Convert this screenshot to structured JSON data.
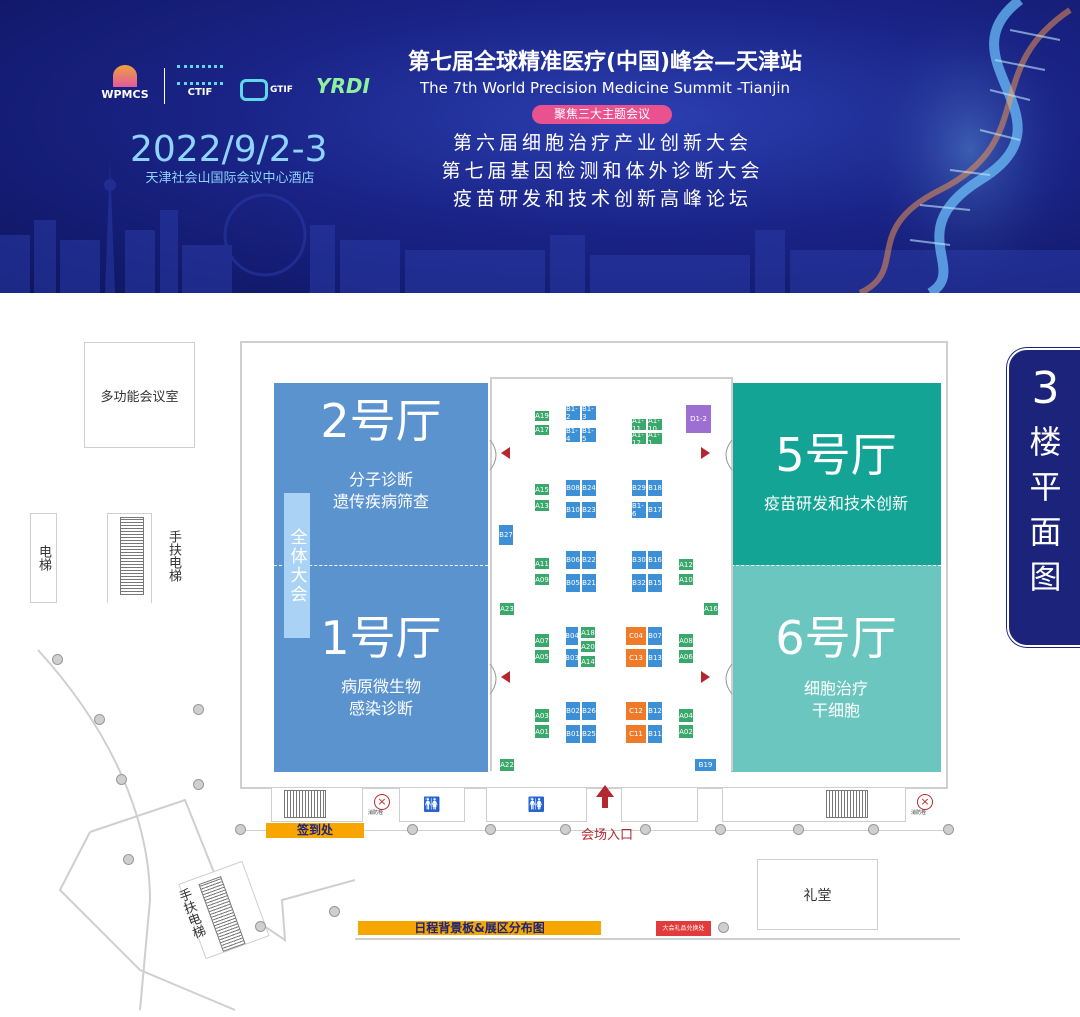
{
  "header": {
    "logos": [
      "WPMCS",
      "CTIF",
      "GTIF",
      "YRDI"
    ],
    "title_cn": "第七届全球精准医疗(中国)峰会—天津站",
    "title_en": "The 7th World Precision Medicine Summit -Tianjin",
    "topic_pill": "聚焦三大主题会议",
    "topics": [
      "第六届细胞治疗产业创新大会",
      "第七届基因检测和体外诊断大会",
      "疫苗研发和技术创新高峰论坛"
    ],
    "date": "2022/9/2-3",
    "venue": "天津社会山国际会议中心酒店"
  },
  "floor_tab": {
    "number": "3",
    "label_chars": [
      "楼",
      "平",
      "面",
      "图"
    ]
  },
  "rooms": {
    "multi": "多功能会议室",
    "elevator": "电梯",
    "escalator_top": "手扶电梯",
    "escalator_bottom": "手扶电梯",
    "auditorium": "礼堂"
  },
  "halls": {
    "h2": {
      "num": "2号厅",
      "lines": [
        "分子诊断",
        "遗传疾病筛查"
      ]
    },
    "h1": {
      "num": "1号厅",
      "lines": [
        "病原微生物",
        "感染诊断"
      ]
    },
    "h5": {
      "num": "5号厅",
      "lines": [
        "疫苗研发和技术创新"
      ]
    },
    "h6": {
      "num": "6号厅",
      "lines": [
        "细胞治疗",
        "干细胞"
      ]
    },
    "plenary": "全体大会"
  },
  "labels": {
    "checkin": "签到处",
    "entrance": "会场入口",
    "schedule_board": "日程背景板&展区分布图",
    "gift_exchange": "大会礼品兑换处",
    "hydrant": "消防栓"
  },
  "colors": {
    "navy": "#1b237a",
    "hall_blue": "#5b93cf",
    "hall_teal_dark": "#14a496",
    "hall_teal_light": "#6cc6c0",
    "booth_green": "#3aa86a",
    "booth_blue": "#3d8fd6",
    "booth_orange": "#ef7b2a",
    "booth_purple": "#9d6fd3",
    "arrow_red": "#b3272e",
    "label_yellow": "#f7a600"
  },
  "booths": [
    {
      "id": "A19",
      "c": "g"
    },
    {
      "id": "A17",
      "c": "g"
    },
    {
      "id": "B1-2",
      "c": "b"
    },
    {
      "id": "B1-3",
      "c": "b"
    },
    {
      "id": "B1-4",
      "c": "b"
    },
    {
      "id": "B1-5",
      "c": "b"
    },
    {
      "id": "A1-11",
      "c": "g"
    },
    {
      "id": "A1-10",
      "c": "g"
    },
    {
      "id": "A1-12",
      "c": "g"
    },
    {
      "id": "A1-1",
      "c": "g"
    },
    {
      "id": "D1-2",
      "c": "p"
    },
    {
      "id": "A15",
      "c": "g"
    },
    {
      "id": "A13",
      "c": "g"
    },
    {
      "id": "B08",
      "c": "b"
    },
    {
      "id": "B24",
      "c": "b"
    },
    {
      "id": "B10",
      "c": "b"
    },
    {
      "id": "B23",
      "c": "b"
    },
    {
      "id": "B29",
      "c": "b"
    },
    {
      "id": "B18",
      "c": "b"
    },
    {
      "id": "B1-6",
      "c": "b"
    },
    {
      "id": "B17",
      "c": "b"
    },
    {
      "id": "B27",
      "c": "b"
    },
    {
      "id": "A11",
      "c": "g"
    },
    {
      "id": "A09",
      "c": "g"
    },
    {
      "id": "B06",
      "c": "b"
    },
    {
      "id": "B22",
      "c": "b"
    },
    {
      "id": "B05",
      "c": "b"
    },
    {
      "id": "B21",
      "c": "b"
    },
    {
      "id": "B30",
      "c": "b"
    },
    {
      "id": "B16",
      "c": "b"
    },
    {
      "id": "B32",
      "c": "b"
    },
    {
      "id": "B15",
      "c": "b"
    },
    {
      "id": "A12",
      "c": "g"
    },
    {
      "id": "A10",
      "c": "g"
    },
    {
      "id": "A23",
      "c": "g"
    },
    {
      "id": "A16",
      "c": "g"
    },
    {
      "id": "A07",
      "c": "g"
    },
    {
      "id": "A05",
      "c": "g"
    },
    {
      "id": "B04",
      "c": "b"
    },
    {
      "id": "A18",
      "c": "g"
    },
    {
      "id": "A20",
      "c": "g"
    },
    {
      "id": "B03",
      "c": "b"
    },
    {
      "id": "A14",
      "c": "g"
    },
    {
      "id": "C04",
      "c": "o"
    },
    {
      "id": "B07",
      "c": "b"
    },
    {
      "id": "C13",
      "c": "o"
    },
    {
      "id": "B13",
      "c": "b"
    },
    {
      "id": "A08",
      "c": "g"
    },
    {
      "id": "A06",
      "c": "g"
    },
    {
      "id": "A03",
      "c": "g"
    },
    {
      "id": "A01",
      "c": "g"
    },
    {
      "id": "B02",
      "c": "b"
    },
    {
      "id": "B26",
      "c": "b"
    },
    {
      "id": "B01",
      "c": "b"
    },
    {
      "id": "B25",
      "c": "b"
    },
    {
      "id": "C12",
      "c": "o"
    },
    {
      "id": "B12",
      "c": "b"
    },
    {
      "id": "C11",
      "c": "o"
    },
    {
      "id": "B11",
      "c": "b"
    },
    {
      "id": "A04",
      "c": "g"
    },
    {
      "id": "A02",
      "c": "g"
    },
    {
      "id": "A22",
      "c": "g"
    },
    {
      "id": "B19",
      "c": "b"
    }
  ]
}
